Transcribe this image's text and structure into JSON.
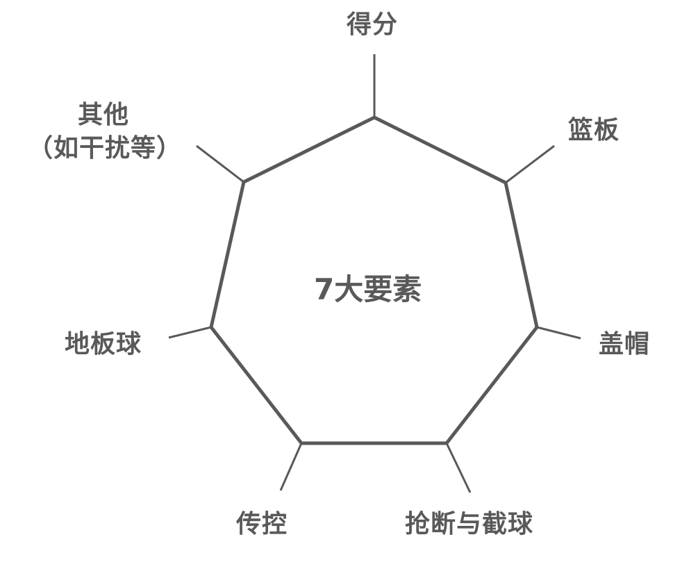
{
  "diagram": {
    "type": "heptagon-spoke",
    "center_label": "7大要素",
    "stroke_color": "#595959",
    "text_color": "#595959",
    "background": "#ffffff",
    "elements": [
      {
        "label": "得分",
        "vertex": [
          539,
          169
        ],
        "spoke_end": [
          539,
          78
        ]
      },
      {
        "label": "篮板",
        "vertex": [
          728,
          263
        ],
        "spoke_end": [
          798,
          210
        ]
      },
      {
        "label": "盖帽",
        "vertex": [
          773,
          471
        ],
        "spoke_end": [
          836,
          487
        ]
      },
      {
        "label": "抢断与截球",
        "vertex": [
          643,
          638
        ],
        "spoke_end": [
          677,
          709
        ]
      },
      {
        "label": "传控",
        "vertex": [
          434,
          638
        ],
        "spoke_end": [
          404,
          706
        ]
      },
      {
        "label": "地板球",
        "vertex": [
          304,
          471
        ],
        "spoke_end": [
          243,
          486
        ]
      },
      {
        "label": "其他",
        "label_line2": "（如干扰等）",
        "vertex": [
          351,
          262
        ],
        "spoke_end": [
          283,
          210
        ]
      }
    ]
  }
}
